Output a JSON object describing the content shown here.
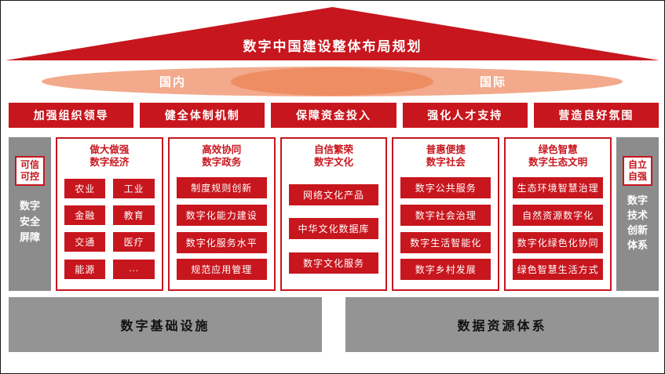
{
  "title": "数字中国建设整体布局规划",
  "band": {
    "left": "国内",
    "right": "国际"
  },
  "guarantees": [
    "加强组织领导",
    "健全体制机制",
    "保障资金投入",
    "强化人才支持",
    "营造良好氛围"
  ],
  "left_side": {
    "badge": "可信\n可控",
    "label": "数字\n安全\n屏障"
  },
  "right_side": {
    "badge": "自立\n自强",
    "label": "数字\n技术\n创新\n体系"
  },
  "pillars": [
    {
      "title": "做大做强\n数字经济",
      "items": [
        "农业",
        "工业",
        "金融",
        "教育",
        "交通",
        "医疗",
        "能源",
        "..."
      ]
    },
    {
      "title": "高效协同\n数字政务",
      "items": [
        "制度规则创新",
        "数字化能力建设",
        "数字化服务水平",
        "规范应用管理"
      ]
    },
    {
      "title": "自信繁荣\n数字文化",
      "items": [
        "网络文化产品",
        "中华文化数据库",
        "数字文化服务"
      ]
    },
    {
      "title": "普惠便捷\n数字社会",
      "items": [
        "数字公共服务",
        "数字社会治理",
        "数字生活智能化",
        "数字乡村发展"
      ]
    },
    {
      "title": "绿色智慧\n数字生态文明",
      "items": [
        "生态环境智慧治理",
        "自然资源数字化",
        "数字化绿色化协同",
        "绿色智慧生活方式"
      ]
    }
  ],
  "foundations": [
    "数字基础设施",
    "数据资源体系"
  ],
  "colors": {
    "red": "#c8161e",
    "peach": "#f3a98b",
    "peach_dark": "#ee8d62",
    "gray_side": "#8c8c8c",
    "gray_foundation": "#949494"
  }
}
